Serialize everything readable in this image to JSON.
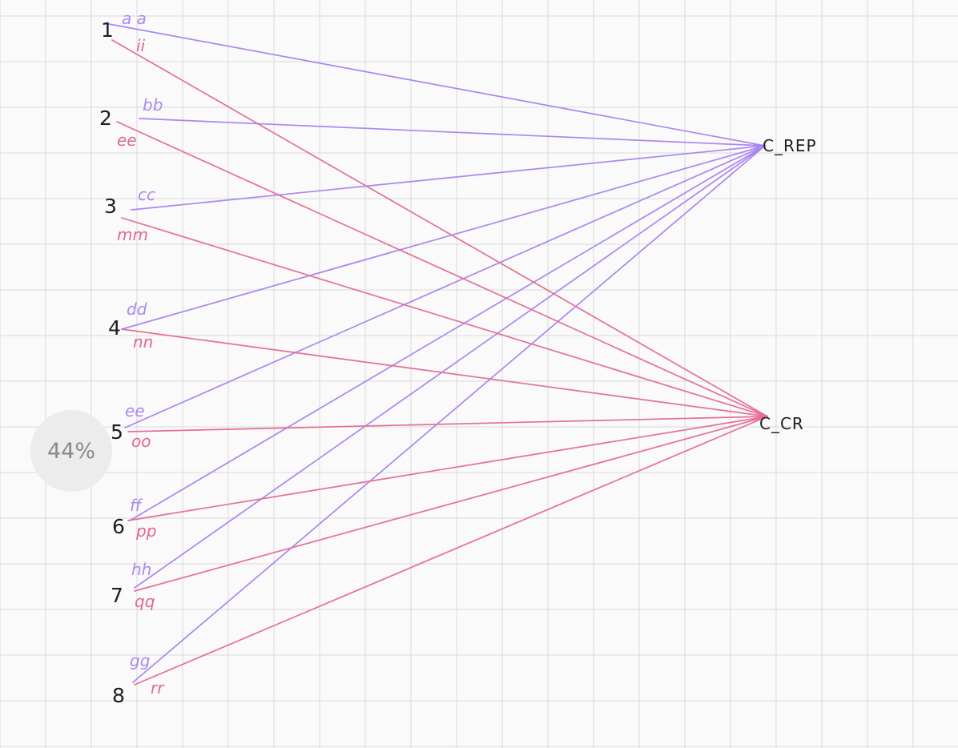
{
  "zoom": "44%",
  "colors": {
    "purple": "#ac86f0",
    "pink": "#e56f95",
    "grid": "#d9d9d9",
    "ink": "#1e1e1e"
  },
  "targets": {
    "rep": "C_REP",
    "cr": "C_CR"
  },
  "rows": [
    {
      "num": "1",
      "purple": "a a",
      "pink": "ii"
    },
    {
      "num": "2",
      "purple": "bb",
      "pink": "ee"
    },
    {
      "num": "3",
      "purple": "cc",
      "pink": "mm"
    },
    {
      "num": "4",
      "purple": "dd",
      "pink": "nn"
    },
    {
      "num": "5",
      "purple": "ee",
      "pink": "oo"
    },
    {
      "num": "6",
      "purple": "ff",
      "pink": "pp"
    },
    {
      "num": "7",
      "purple": "hh",
      "pink": "qq"
    },
    {
      "num": "8",
      "purple": "gg",
      "pink": "rr"
    }
  ]
}
